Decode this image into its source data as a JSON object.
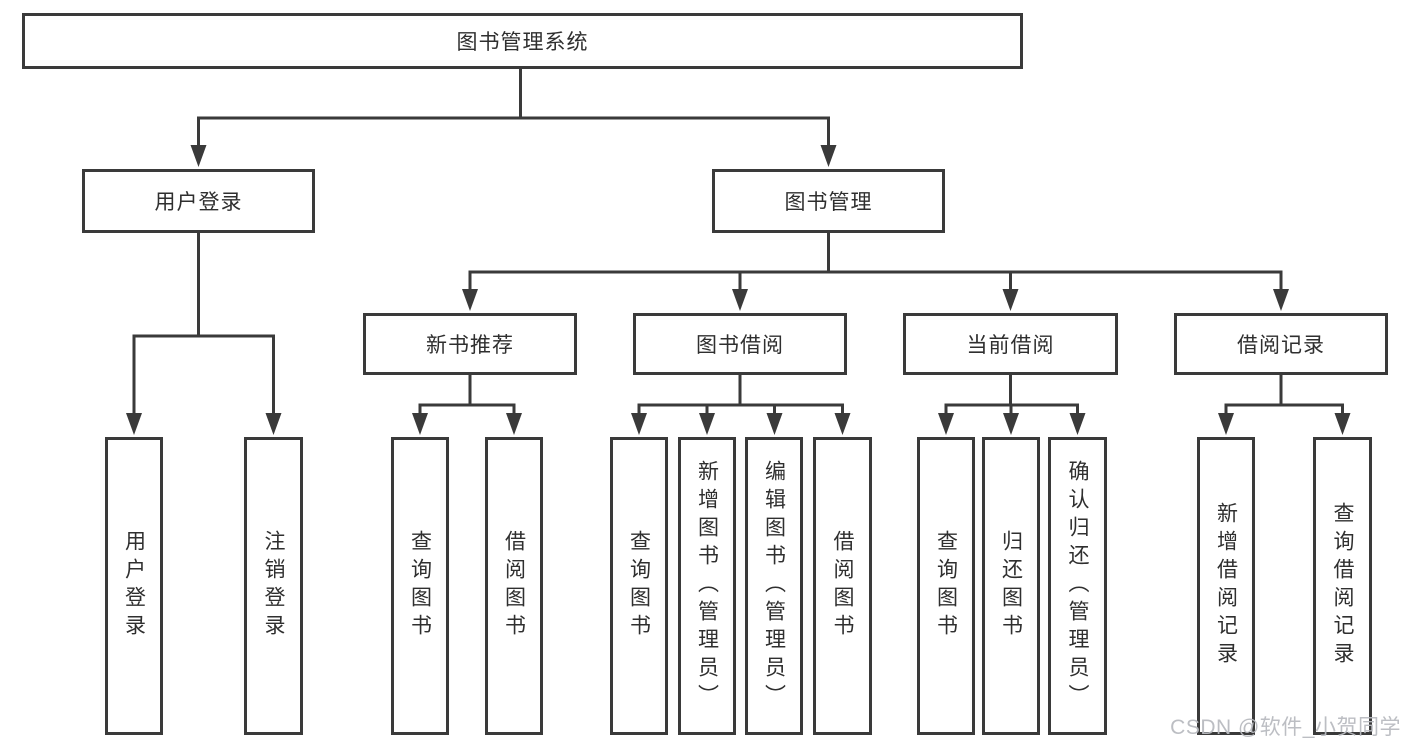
{
  "diagram": {
    "title": "图书管理系统",
    "branches": [
      {
        "label": "用户登录",
        "children": [
          {
            "label": "用户登录"
          },
          {
            "label": "注销登录"
          }
        ]
      },
      {
        "label": "图书管理",
        "children": [
          {
            "label": "新书推荐",
            "children": [
              {
                "label": "查询图书"
              },
              {
                "label": "借阅图书"
              }
            ]
          },
          {
            "label": "图书借阅",
            "children": [
              {
                "label": "查询图书"
              },
              {
                "label": "新增图书（管理员）"
              },
              {
                "label": "编辑图书（管理员）"
              },
              {
                "label": "借阅图书"
              }
            ]
          },
          {
            "label": "当前借阅",
            "children": [
              {
                "label": "查询图书"
              },
              {
                "label": "归还图书"
              },
              {
                "label": "确认归还（管理员）"
              }
            ]
          },
          {
            "label": "借阅记录",
            "children": [
              {
                "label": "新增借阅记录"
              },
              {
                "label": "查询借阅记录"
              }
            ]
          }
        ]
      }
    ]
  },
  "watermark": "CSDN @软件_小贺同学",
  "colors": {
    "line": "#3a3a3a",
    "box_border": "#3a3a3a",
    "text": "#2f2f2f",
    "watermark": "#b8bbc0",
    "background": "#ffffff"
  }
}
